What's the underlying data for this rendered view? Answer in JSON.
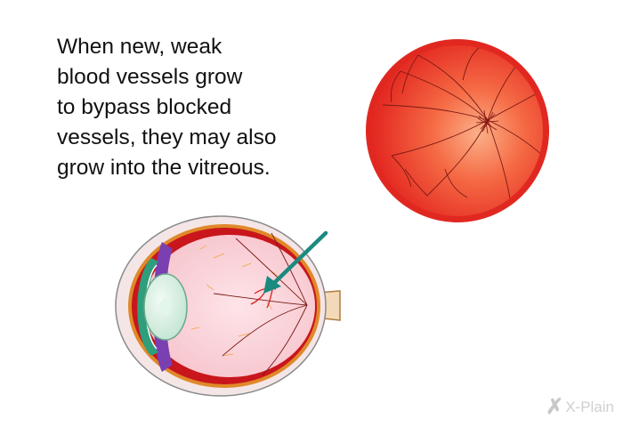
{
  "caption": {
    "lines": [
      "When new, weak",
      "blood vessels grow",
      "to bypass blocked",
      "vessels, they may also",
      "grow into the vitreous."
    ]
  },
  "branding": {
    "logo_text": "X-Plain"
  },
  "colors": {
    "retina_red": "#e8322a",
    "retina_light": "#f9a27a",
    "vessel": "#7a1a14",
    "arrow": "#1b8a80",
    "sclera": "#f4e6e6",
    "eye_interior": "#fad6dc"
  }
}
